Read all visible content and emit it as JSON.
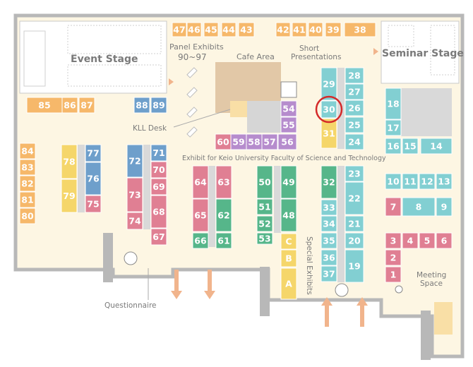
{
  "areas": {
    "event_stage": "Event Stage",
    "seminar_stage": "Seminar Stage",
    "cafe_area": "Cafe Area",
    "panel_exhibits_title": "Panel Exhibits",
    "panel_exhibits_range": "90~97",
    "short_presentations_line1": "Short",
    "short_presentations_line2": "Presentations",
    "kll_desk": "KLL Desk",
    "faculty_exhibit": "Exhibit for Keio University Faculty of Science and Technology",
    "special_exhibits": "Special Exhibits",
    "meeting_space_line1": "Meeting",
    "meeting_space_line2": "Space",
    "questionnaire": "Questionnaire"
  },
  "highlighted_booth": "30",
  "colors": {
    "floor": "#fdf6e3",
    "wall": "#b8b8b8",
    "orange": "#f6b86a",
    "teal": "#82cfd2",
    "blue": "#6e9fcb",
    "pink": "#e07f93",
    "green": "#56b68a",
    "purple": "#b68ccd",
    "yellow": "#f5d66a",
    "gray": "#d9d9d9",
    "highlight_ring": "#d42a2a"
  },
  "booths": [
    {
      "n": "47",
      "c": "orange"
    },
    {
      "n": "46",
      "c": "orange"
    },
    {
      "n": "45",
      "c": "orange"
    },
    {
      "n": "44",
      "c": "orange"
    },
    {
      "n": "43",
      "c": "orange"
    },
    {
      "n": "42",
      "c": "orange"
    },
    {
      "n": "41",
      "c": "orange"
    },
    {
      "n": "40",
      "c": "orange"
    },
    {
      "n": "39",
      "c": "orange"
    },
    {
      "n": "38",
      "c": "orange"
    },
    {
      "n": "85",
      "c": "orange"
    },
    {
      "n": "86",
      "c": "orange"
    },
    {
      "n": "87",
      "c": "orange"
    },
    {
      "n": "88",
      "c": "blue"
    },
    {
      "n": "89",
      "c": "blue"
    },
    {
      "n": "84",
      "c": "orange"
    },
    {
      "n": "83",
      "c": "orange"
    },
    {
      "n": "82",
      "c": "orange"
    },
    {
      "n": "81",
      "c": "orange"
    },
    {
      "n": "80",
      "c": "orange"
    },
    {
      "n": "78",
      "c": "yellow"
    },
    {
      "n": "79",
      "c": "yellow"
    },
    {
      "n": "77",
      "c": "blue"
    },
    {
      "n": "76",
      "c": "blue"
    },
    {
      "n": "75",
      "c": "pink"
    },
    {
      "n": "72",
      "c": "blue"
    },
    {
      "n": "73",
      "c": "pink"
    },
    {
      "n": "74",
      "c": "pink"
    },
    {
      "n": "71",
      "c": "blue"
    },
    {
      "n": "70",
      "c": "pink"
    },
    {
      "n": "69",
      "c": "pink"
    },
    {
      "n": "68",
      "c": "pink"
    },
    {
      "n": "67",
      "c": "pink"
    },
    {
      "n": "64",
      "c": "pink"
    },
    {
      "n": "65",
      "c": "pink"
    },
    {
      "n": "66",
      "c": "green"
    },
    {
      "n": "63",
      "c": "pink"
    },
    {
      "n": "62",
      "c": "green"
    },
    {
      "n": "61",
      "c": "green"
    },
    {
      "n": "60",
      "c": "pink"
    },
    {
      "n": "59",
      "c": "purple"
    },
    {
      "n": "58",
      "c": "purple"
    },
    {
      "n": "57",
      "c": "purple"
    },
    {
      "n": "56",
      "c": "purple"
    },
    {
      "n": "54",
      "c": "purple"
    },
    {
      "n": "55",
      "c": "purple"
    },
    {
      "n": "50",
      "c": "green"
    },
    {
      "n": "51",
      "c": "green"
    },
    {
      "n": "52",
      "c": "green"
    },
    {
      "n": "53",
      "c": "green"
    },
    {
      "n": "49",
      "c": "green"
    },
    {
      "n": "48",
      "c": "green"
    },
    {
      "n": "C",
      "c": "yellow"
    },
    {
      "n": "B",
      "c": "yellow"
    },
    {
      "n": "A",
      "c": "yellow"
    },
    {
      "n": "29",
      "c": "teal"
    },
    {
      "n": "30",
      "c": "teal"
    },
    {
      "n": "31",
      "c": "yellow"
    },
    {
      "n": "28",
      "c": "teal"
    },
    {
      "n": "27",
      "c": "teal"
    },
    {
      "n": "26",
      "c": "teal"
    },
    {
      "n": "25",
      "c": "teal"
    },
    {
      "n": "24",
      "c": "teal"
    },
    {
      "n": "32",
      "c": "green"
    },
    {
      "n": "33",
      "c": "teal"
    },
    {
      "n": "34",
      "c": "teal"
    },
    {
      "n": "35",
      "c": "teal"
    },
    {
      "n": "36",
      "c": "teal"
    },
    {
      "n": "37",
      "c": "teal"
    },
    {
      "n": "23",
      "c": "teal"
    },
    {
      "n": "22",
      "c": "teal"
    },
    {
      "n": "21",
      "c": "teal"
    },
    {
      "n": "20",
      "c": "teal"
    },
    {
      "n": "19",
      "c": "teal"
    },
    {
      "n": "18",
      "c": "teal"
    },
    {
      "n": "17",
      "c": "teal"
    },
    {
      "n": "16",
      "c": "teal"
    },
    {
      "n": "15",
      "c": "teal"
    },
    {
      "n": "14",
      "c": "teal"
    },
    {
      "n": "10",
      "c": "teal"
    },
    {
      "n": "11",
      "c": "teal"
    },
    {
      "n": "12",
      "c": "teal"
    },
    {
      "n": "13",
      "c": "teal"
    },
    {
      "n": "7",
      "c": "pink"
    },
    {
      "n": "8",
      "c": "teal"
    },
    {
      "n": "9",
      "c": "teal"
    },
    {
      "n": "3",
      "c": "pink"
    },
    {
      "n": "4",
      "c": "pink"
    },
    {
      "n": "5",
      "c": "pink"
    },
    {
      "n": "6",
      "c": "pink"
    },
    {
      "n": "2",
      "c": "pink"
    },
    {
      "n": "1",
      "c": "pink"
    }
  ]
}
